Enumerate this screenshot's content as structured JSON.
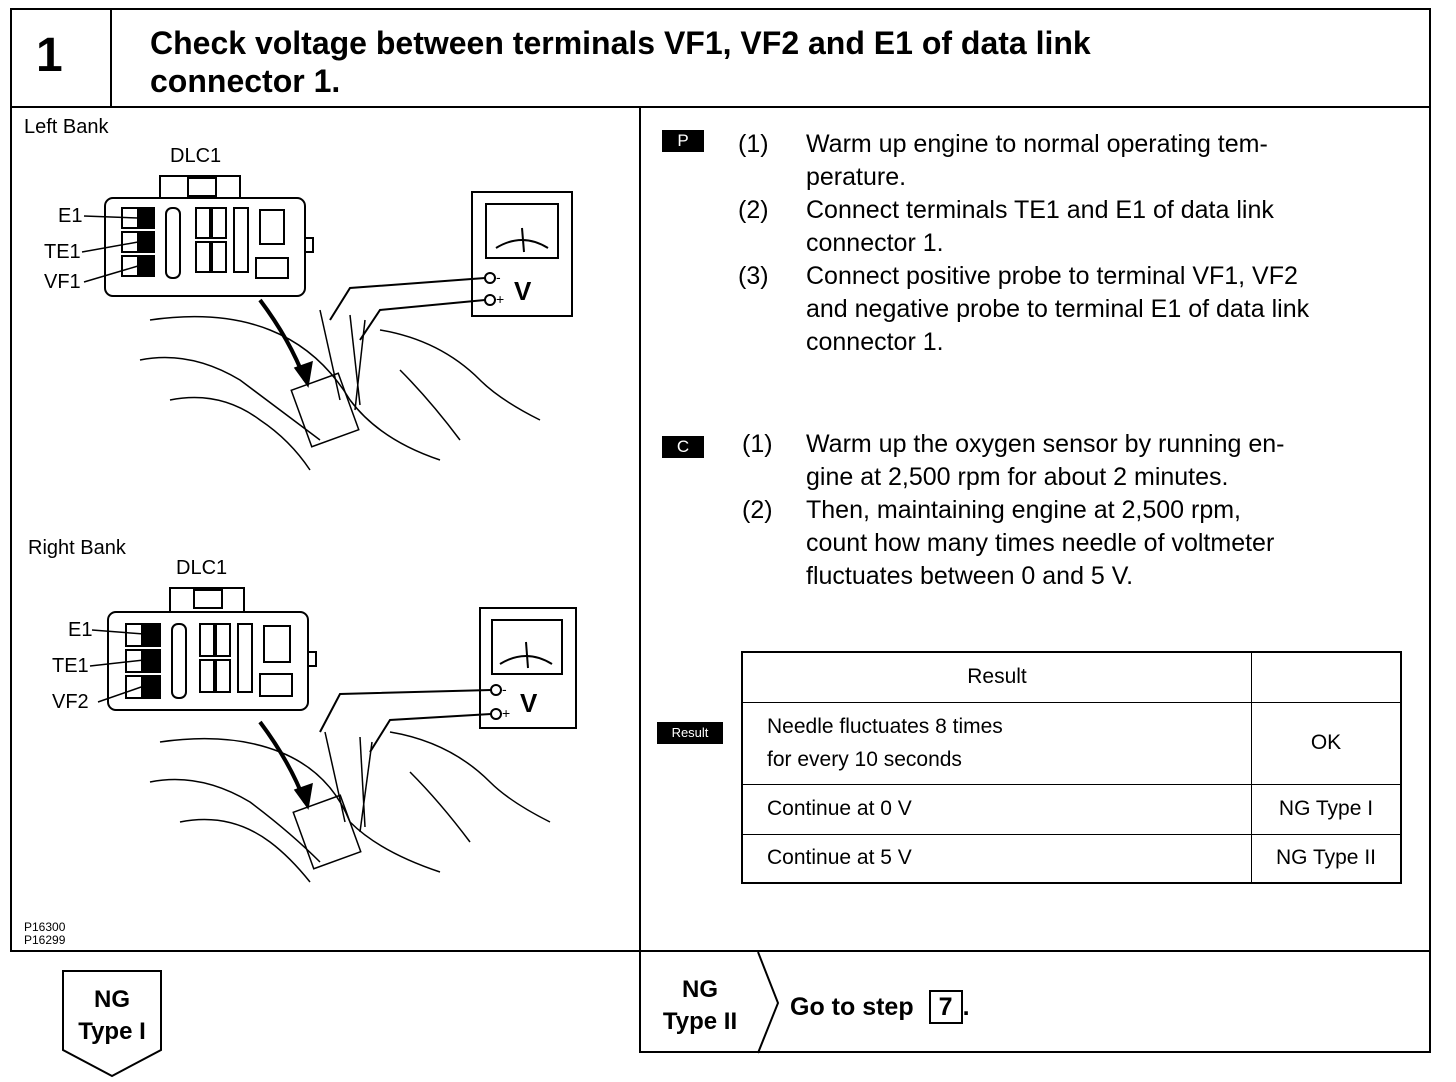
{
  "header": {
    "step_number": "1",
    "title_line1": "Check voltage between terminals VF1, VF2 and E1 of data link",
    "title_line2": "connector 1."
  },
  "left_panel": {
    "left_bank": {
      "label": "Left Bank",
      "connector": "DLC1",
      "terminals": [
        "E1",
        "TE1",
        "VF1"
      ],
      "meter_minus": "-",
      "meter_plus": "+",
      "meter_unit": "V"
    },
    "right_bank": {
      "label": "Right Bank",
      "connector": "DLC1",
      "terminals": [
        "E1",
        "TE1",
        "VF2"
      ],
      "meter_minus": "-",
      "meter_plus": "+",
      "meter_unit": "V"
    },
    "figure_refs": [
      "P16300",
      "P16299"
    ]
  },
  "procedure_p": {
    "badge": "P",
    "steps": [
      {
        "num": "(1)",
        "lines": [
          "Warm up engine to normal operating tem-",
          "perature."
        ]
      },
      {
        "num": "(2)",
        "lines": [
          "Connect terminals TE1 and E1 of data link",
          "connector 1."
        ]
      },
      {
        "num": "(3)",
        "lines": [
          "Connect positive probe to terminal VF1, VF2",
          "and negative probe to terminal E1 of data link",
          "connector 1."
        ]
      }
    ]
  },
  "procedure_c": {
    "badge": "C",
    "steps": [
      {
        "num": "(1)",
        "lines": [
          "Warm up the oxygen sensor by running en-",
          "gine at 2,500 rpm for about 2 minutes."
        ]
      },
      {
        "num": "(2)",
        "lines": [
          "Then, maintaining engine at 2,500 rpm,",
          "count how many times needle of voltmeter",
          "fluctuates between 0 and 5 V."
        ]
      }
    ]
  },
  "result_table": {
    "badge": "Result",
    "header": [
      "Result",
      ""
    ],
    "rows": [
      {
        "result_lines": [
          "Needle fluctuates 8 times",
          "for every 10 seconds"
        ],
        "status": "OK"
      },
      {
        "result_lines": [
          "Continue at 0 V"
        ],
        "status": "NG Type I"
      },
      {
        "result_lines": [
          "Continue at 5 V"
        ],
        "status": "NG Type II"
      }
    ]
  },
  "footer": {
    "ng_type1": {
      "line1": "NG",
      "line2": "Type I"
    },
    "ng_type2": {
      "line1": "NG",
      "line2": "Type II"
    },
    "goto_text": "Go to step",
    "goto_step": "7",
    "goto_end": "."
  }
}
